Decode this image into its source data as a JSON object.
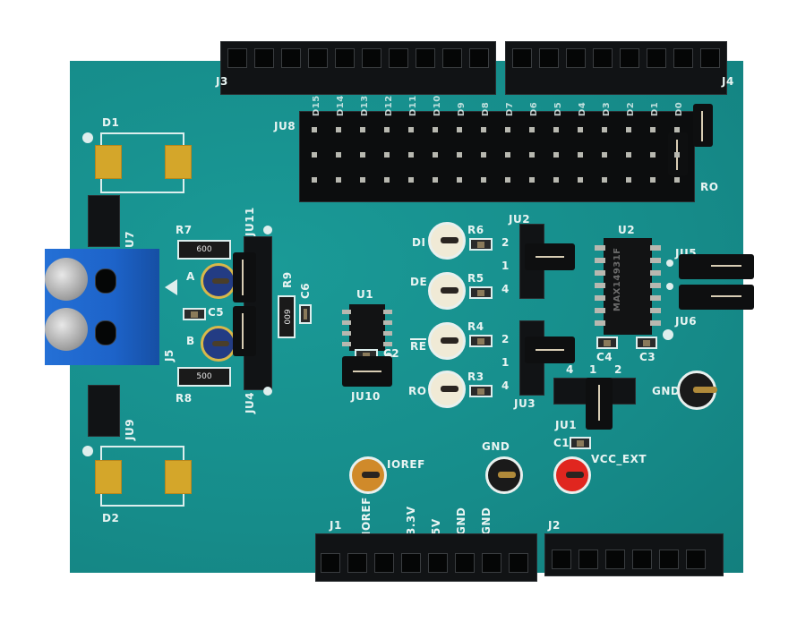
{
  "image": {
    "subject": "RS-485/RS-422 transceiver evaluation shield PCB (Arduino form factor)",
    "board_color": "#17918f",
    "silkscreen_color": "#e8f4f2"
  },
  "headers": {
    "top_left": {
      "ref": "J3",
      "pins": 10
    },
    "top_right": {
      "ref": "J4",
      "pins": 8
    },
    "bottom_left": {
      "ref": "J1",
      "pins": 8,
      "labels": [
        "IOREF",
        "3.3V",
        "5V",
        "GND",
        "GND"
      ]
    },
    "bottom_right": {
      "ref": "J2",
      "pins": 6
    }
  },
  "jumper_block": {
    "ref": "JU8",
    "pin_labels": [
      "D15",
      "D14",
      "D13",
      "D12",
      "D11",
      "D10",
      "D9",
      "D8",
      "D7",
      "D6",
      "D5",
      "D4",
      "D3",
      "D2",
      "D1",
      "D0"
    ],
    "side_label": "RO"
  },
  "diodes": [
    {
      "ref": "D1"
    },
    {
      "ref": "D2"
    }
  ],
  "terminal_block": {
    "ref": "J5",
    "color": "#1d63c9",
    "labels": [
      "A",
      "B"
    ]
  },
  "resistors": [
    {
      "ref": "R7",
      "value": "600"
    },
    {
      "ref": "R8",
      "value": "500"
    },
    {
      "ref": "R9",
      "value": "600"
    },
    {
      "ref": "R3"
    },
    {
      "ref": "R4"
    },
    {
      "ref": "R5"
    },
    {
      "ref": "R6"
    }
  ],
  "capacitors": [
    "C1",
    "C2",
    "C3",
    "C4",
    "C5",
    "C6"
  ],
  "ics": [
    {
      "ref": "U1",
      "package": "SOIC-8"
    },
    {
      "ref": "U2",
      "package": "SOIC-14",
      "marking": "MAX14931F"
    }
  ],
  "jumpers": [
    "JU1",
    "JU2",
    "JU3",
    "JU4",
    "JU5",
    "JU6",
    "JU7",
    "JU9",
    "JU10",
    "JU11"
  ],
  "jumper_pin_labels": {
    "JU2": [
      "2",
      "1",
      "4"
    ],
    "JU3": [
      "2",
      "1",
      "4"
    ],
    "JU1": [
      "4",
      "1",
      "2"
    ]
  },
  "test_points": [
    {
      "label": "DI",
      "color": "#f0ead6"
    },
    {
      "label": "DE",
      "color": "#f0ead6"
    },
    {
      "label": "RE",
      "overbar": true,
      "color": "#f0ead6"
    },
    {
      "label": "RO",
      "color": "#f0ead6"
    },
    {
      "label": "GND",
      "color": "#1a1a1a"
    },
    {
      "label": "GND",
      "color": "#1a1a1a"
    },
    {
      "label": "IOREF",
      "color": "#d08a2a"
    },
    {
      "label": "VCC_EXT",
      "color": "#e0261f"
    }
  ]
}
